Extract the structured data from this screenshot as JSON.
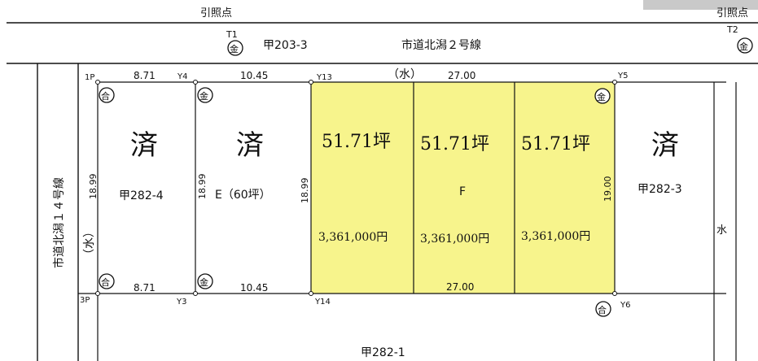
{
  "reference_points": [
    "引照点",
    "引照点"
  ],
  "roads": {
    "north_road": "市道北潟２号線",
    "west_road": "市道北潟１４号線",
    "water_top": "（水）",
    "water_left": "（水）",
    "water_right": "水"
  },
  "parcels": {
    "top_label": "甲203-3",
    "bottom_label": "甲282-1",
    "lot1": {
      "status": "済",
      "parcel": "甲282-4",
      "width_top": "8.71",
      "width_bottom": "8.71",
      "depth": "18.99"
    },
    "lot2": {
      "status": "済",
      "parcel": "E（60坪）",
      "width_top": "10.45",
      "width_bottom": "10.45",
      "depth": "18.99",
      "depth_right": "18.99"
    },
    "lot3": {
      "area": "51.71坪",
      "price": "3,361,000円"
    },
    "lot4": {
      "area": "51.71坪",
      "code": "F",
      "price": "3,361,000円"
    },
    "lot5": {
      "area": "51.71坪",
      "price": "3,361,000円",
      "depth": "19.00"
    },
    "lot6": {
      "status": "済",
      "parcel": "甲282-3"
    },
    "highlight_top_width": "27.00",
    "highlight_bottom_width": "27.00"
  },
  "points": [
    "T1",
    "T2",
    "1P",
    "3P",
    "Y4",
    "Y3",
    "Y13",
    "Y14",
    "Y5",
    "Y6"
  ],
  "markers": {
    "gold": "金",
    "combined": "合"
  },
  "colors": {
    "highlight": "#f7f48c",
    "ink": "#111111"
  }
}
